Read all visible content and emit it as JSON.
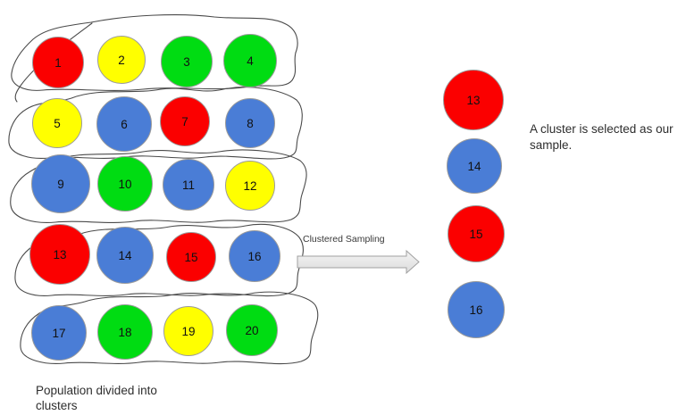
{
  "diagram": {
    "arrow_label": "Clustered Sampling",
    "right_caption": "A cluster is selected as our sample.",
    "left_caption": "Population divided into clusters"
  },
  "colors": {
    "red": "#fb0000",
    "yellow": "#ffff00",
    "green": "#00dc12",
    "blue": "#4a7dd6"
  },
  "clusters": [
    {
      "members": [
        {
          "n": 1,
          "color": "red"
        },
        {
          "n": 2,
          "color": "yellow"
        },
        {
          "n": 3,
          "color": "green"
        },
        {
          "n": 4,
          "color": "green"
        }
      ]
    },
    {
      "members": [
        {
          "n": 5,
          "color": "yellow"
        },
        {
          "n": 6,
          "color": "blue"
        },
        {
          "n": 7,
          "color": "red"
        },
        {
          "n": 8,
          "color": "blue"
        }
      ]
    },
    {
      "members": [
        {
          "n": 9,
          "color": "blue"
        },
        {
          "n": 10,
          "color": "green"
        },
        {
          "n": 11,
          "color": "blue"
        },
        {
          "n": 12,
          "color": "yellow"
        }
      ]
    },
    {
      "members": [
        {
          "n": 13,
          "color": "red"
        },
        {
          "n": 14,
          "color": "blue"
        },
        {
          "n": 15,
          "color": "red"
        },
        {
          "n": 16,
          "color": "blue"
        }
      ]
    },
    {
      "members": [
        {
          "n": 17,
          "color": "blue"
        },
        {
          "n": 18,
          "color": "green"
        },
        {
          "n": 19,
          "color": "yellow"
        },
        {
          "n": 20,
          "color": "green"
        }
      ]
    }
  ],
  "sample": {
    "members": [
      {
        "n": 13,
        "color": "red"
      },
      {
        "n": 14,
        "color": "blue"
      },
      {
        "n": 15,
        "color": "red"
      },
      {
        "n": 16,
        "color": "blue"
      }
    ]
  }
}
